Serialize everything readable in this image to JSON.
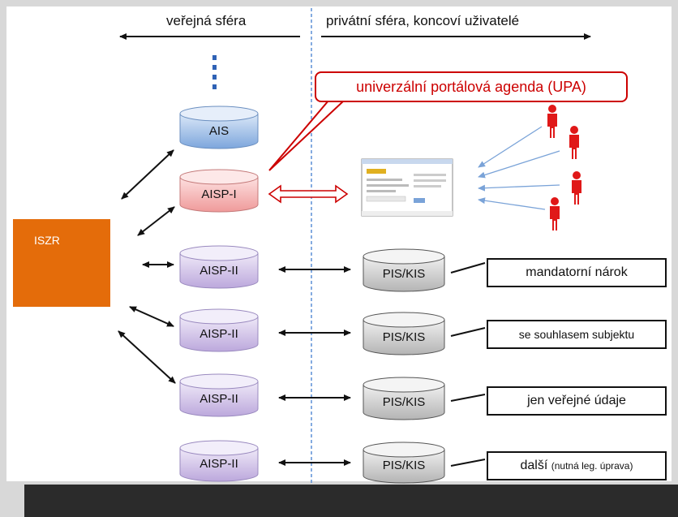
{
  "header": {
    "public_sphere": "veřejná sféra",
    "private_sphere": "privátní sféra, koncoví uživatelé"
  },
  "upa": {
    "label": "univerzální portálová agenda (UPA)"
  },
  "iszr": {
    "label": "ISZR"
  },
  "systems": {
    "ais": "AIS",
    "aisp_i": "AISP-I",
    "aisp_ii": [
      "AISP-II",
      "AISP-II",
      "AISP-II",
      "AISP-II"
    ],
    "pis_kis": [
      "PIS/KIS",
      "PIS/KIS",
      "PIS/KIS",
      "PIS/KIS"
    ]
  },
  "categories": [
    {
      "label": "mandatorní nárok"
    },
    {
      "label": "se souhlasem subjektu"
    },
    {
      "label": "jen veřejné údaje"
    },
    {
      "label": "další",
      "note": "(nutná leg. úprava)"
    }
  ],
  "colors": {
    "ais_fill": "#8fb4e3",
    "aisp_i_fill": "#f4a6a6",
    "aisp_ii_fill": "#c8b8e2",
    "pis_fill": "#c8c8c8",
    "iszr_fill": "#e46c0a",
    "accent_red": "#cc0000",
    "divider_blue": "#5b8fd6",
    "user_arrow": "#7aa3d8"
  }
}
